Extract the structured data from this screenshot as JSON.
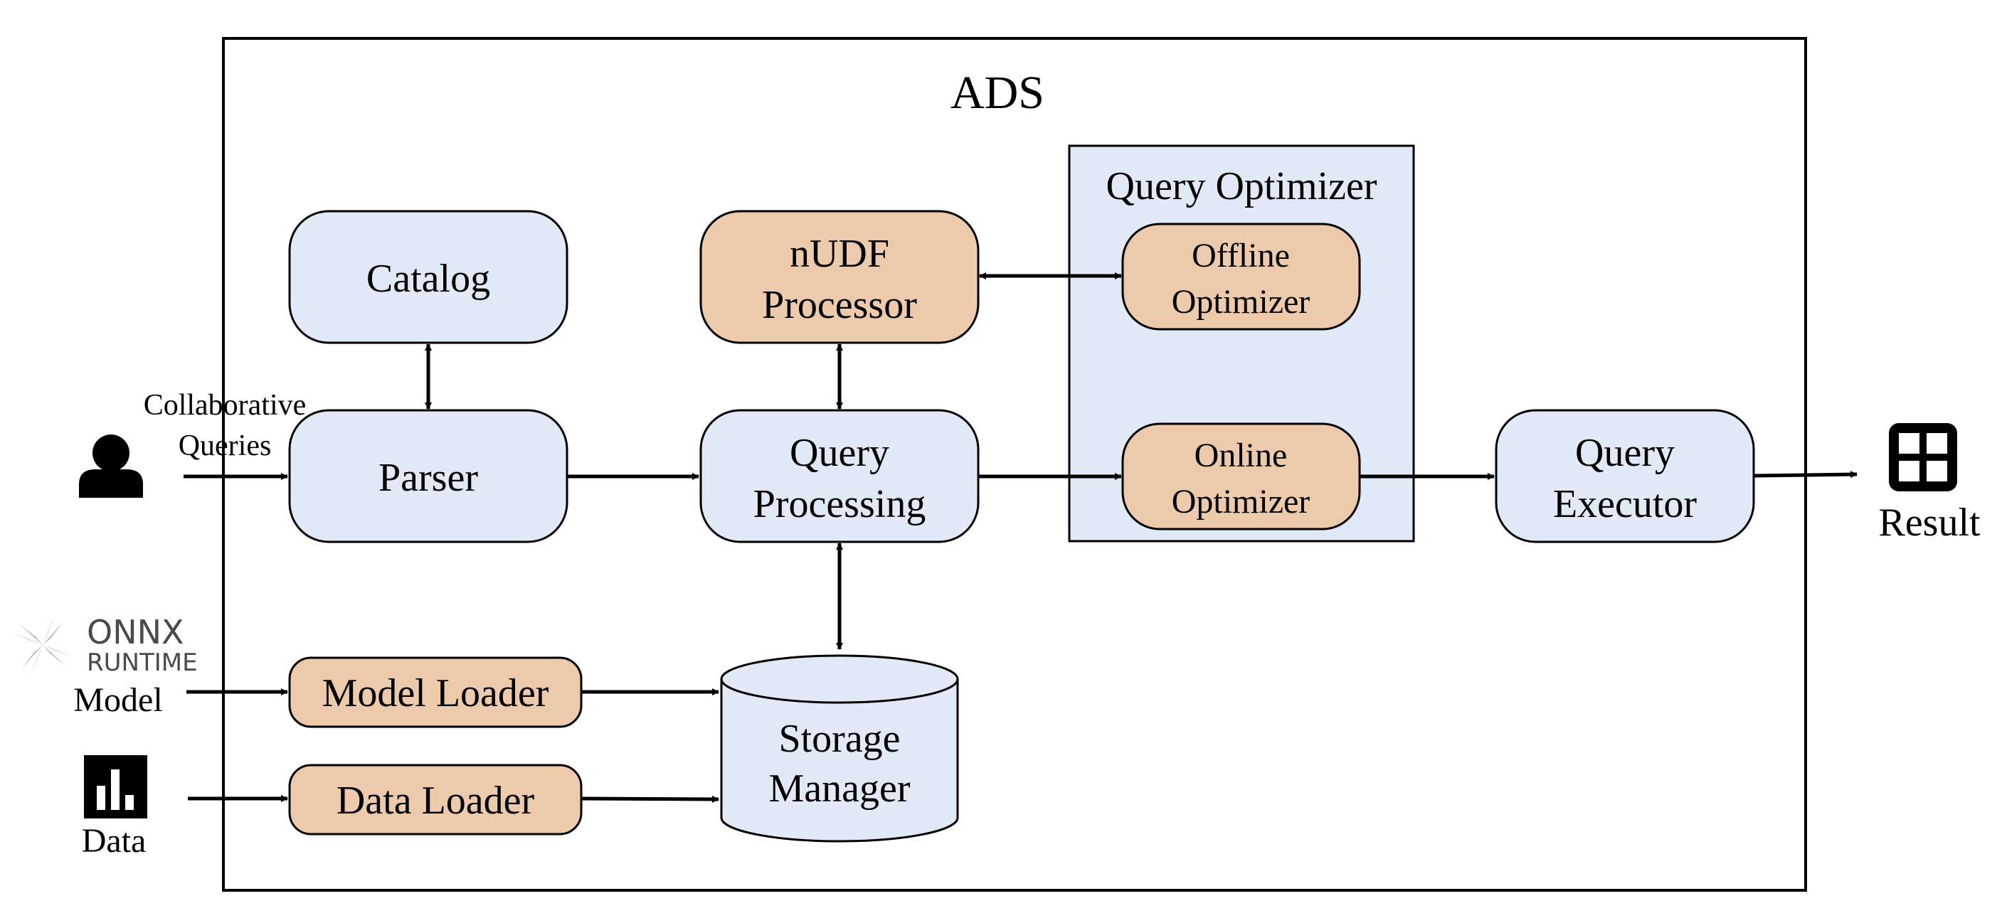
{
  "diagram": {
    "system_title": "ADS",
    "optimizer_group_title": "Query Optimizer",
    "components": {
      "catalog": [
        "Catalog"
      ],
      "parser": [
        "Parser"
      ],
      "nudf": [
        "nUDF",
        "Processor"
      ],
      "query_processing": [
        "Query",
        "Processing"
      ],
      "offline_optimizer": [
        "Offline",
        "Optimizer"
      ],
      "online_optimizer": [
        "Online",
        "Optimizer"
      ],
      "query_executor": [
        "Query",
        "Executor"
      ],
      "model_loader": [
        "Model Loader"
      ],
      "data_loader": [
        "Data Loader"
      ],
      "storage_manager": [
        "Storage",
        "Manager"
      ]
    },
    "inputs": {
      "queries": [
        "Collaborative",
        "Queries"
      ],
      "model": "Model",
      "data": "Data",
      "onnx_logo": [
        "ONNX",
        "RUNTIME"
      ]
    },
    "output": "Result",
    "icons": {
      "user": "user-icon",
      "onnx": "onnx-runtime-logo",
      "data": "bar-chart-icon",
      "result": "table-grid-icon"
    },
    "colors": {
      "blue_box": "#e1e8f6",
      "orange_box": "#eccaab",
      "stroke": "#000000"
    }
  }
}
